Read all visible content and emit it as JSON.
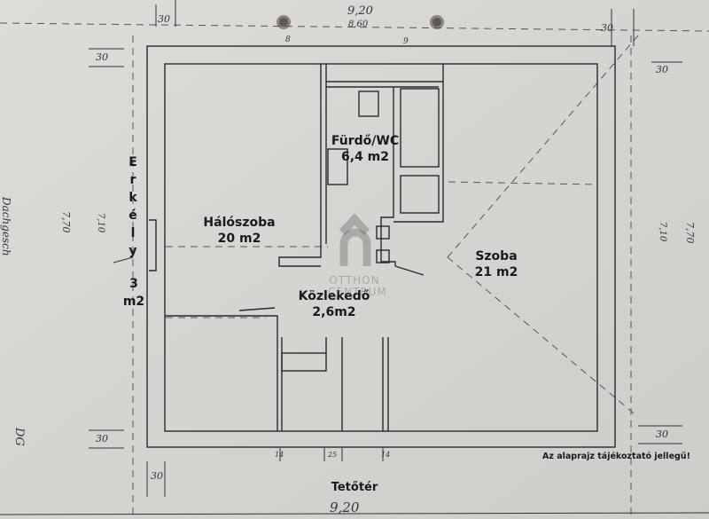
{
  "rooms": {
    "bathroom": {
      "name": "Fürdő/WC",
      "area": "6,4 m2"
    },
    "bedroom": {
      "name": "Hálószoba",
      "area": "20 m2"
    },
    "room": {
      "name": "Szoba",
      "area": "21 m2"
    },
    "hallway": {
      "name": "Közlekedő",
      "area": "2,6m2"
    },
    "balcony": {
      "letters": [
        "E",
        "r",
        "k",
        "é",
        "l",
        "y"
      ],
      "area_num": "3",
      "area_unit": "m2"
    }
  },
  "floor_label": "Tetőtér",
  "disclaimer": "Az alaprajz tájékoztató jellegű!",
  "dimensions": {
    "top_total": "9,20",
    "top_inner": "8,60",
    "bottom_total": "9,20",
    "wall": "30",
    "left_outer": "7,70",
    "left_inner": "7,10",
    "right_outer": "7,70",
    "right_inner": "7,10",
    "marks": [
      "8",
      "9",
      "14",
      "25",
      "14"
    ]
  },
  "handwriting": {
    "side_note": "Dachgesch",
    "corner_note": "DG"
  },
  "watermark": {
    "line1": "OTTHON",
    "line2": "CENTRUM"
  }
}
